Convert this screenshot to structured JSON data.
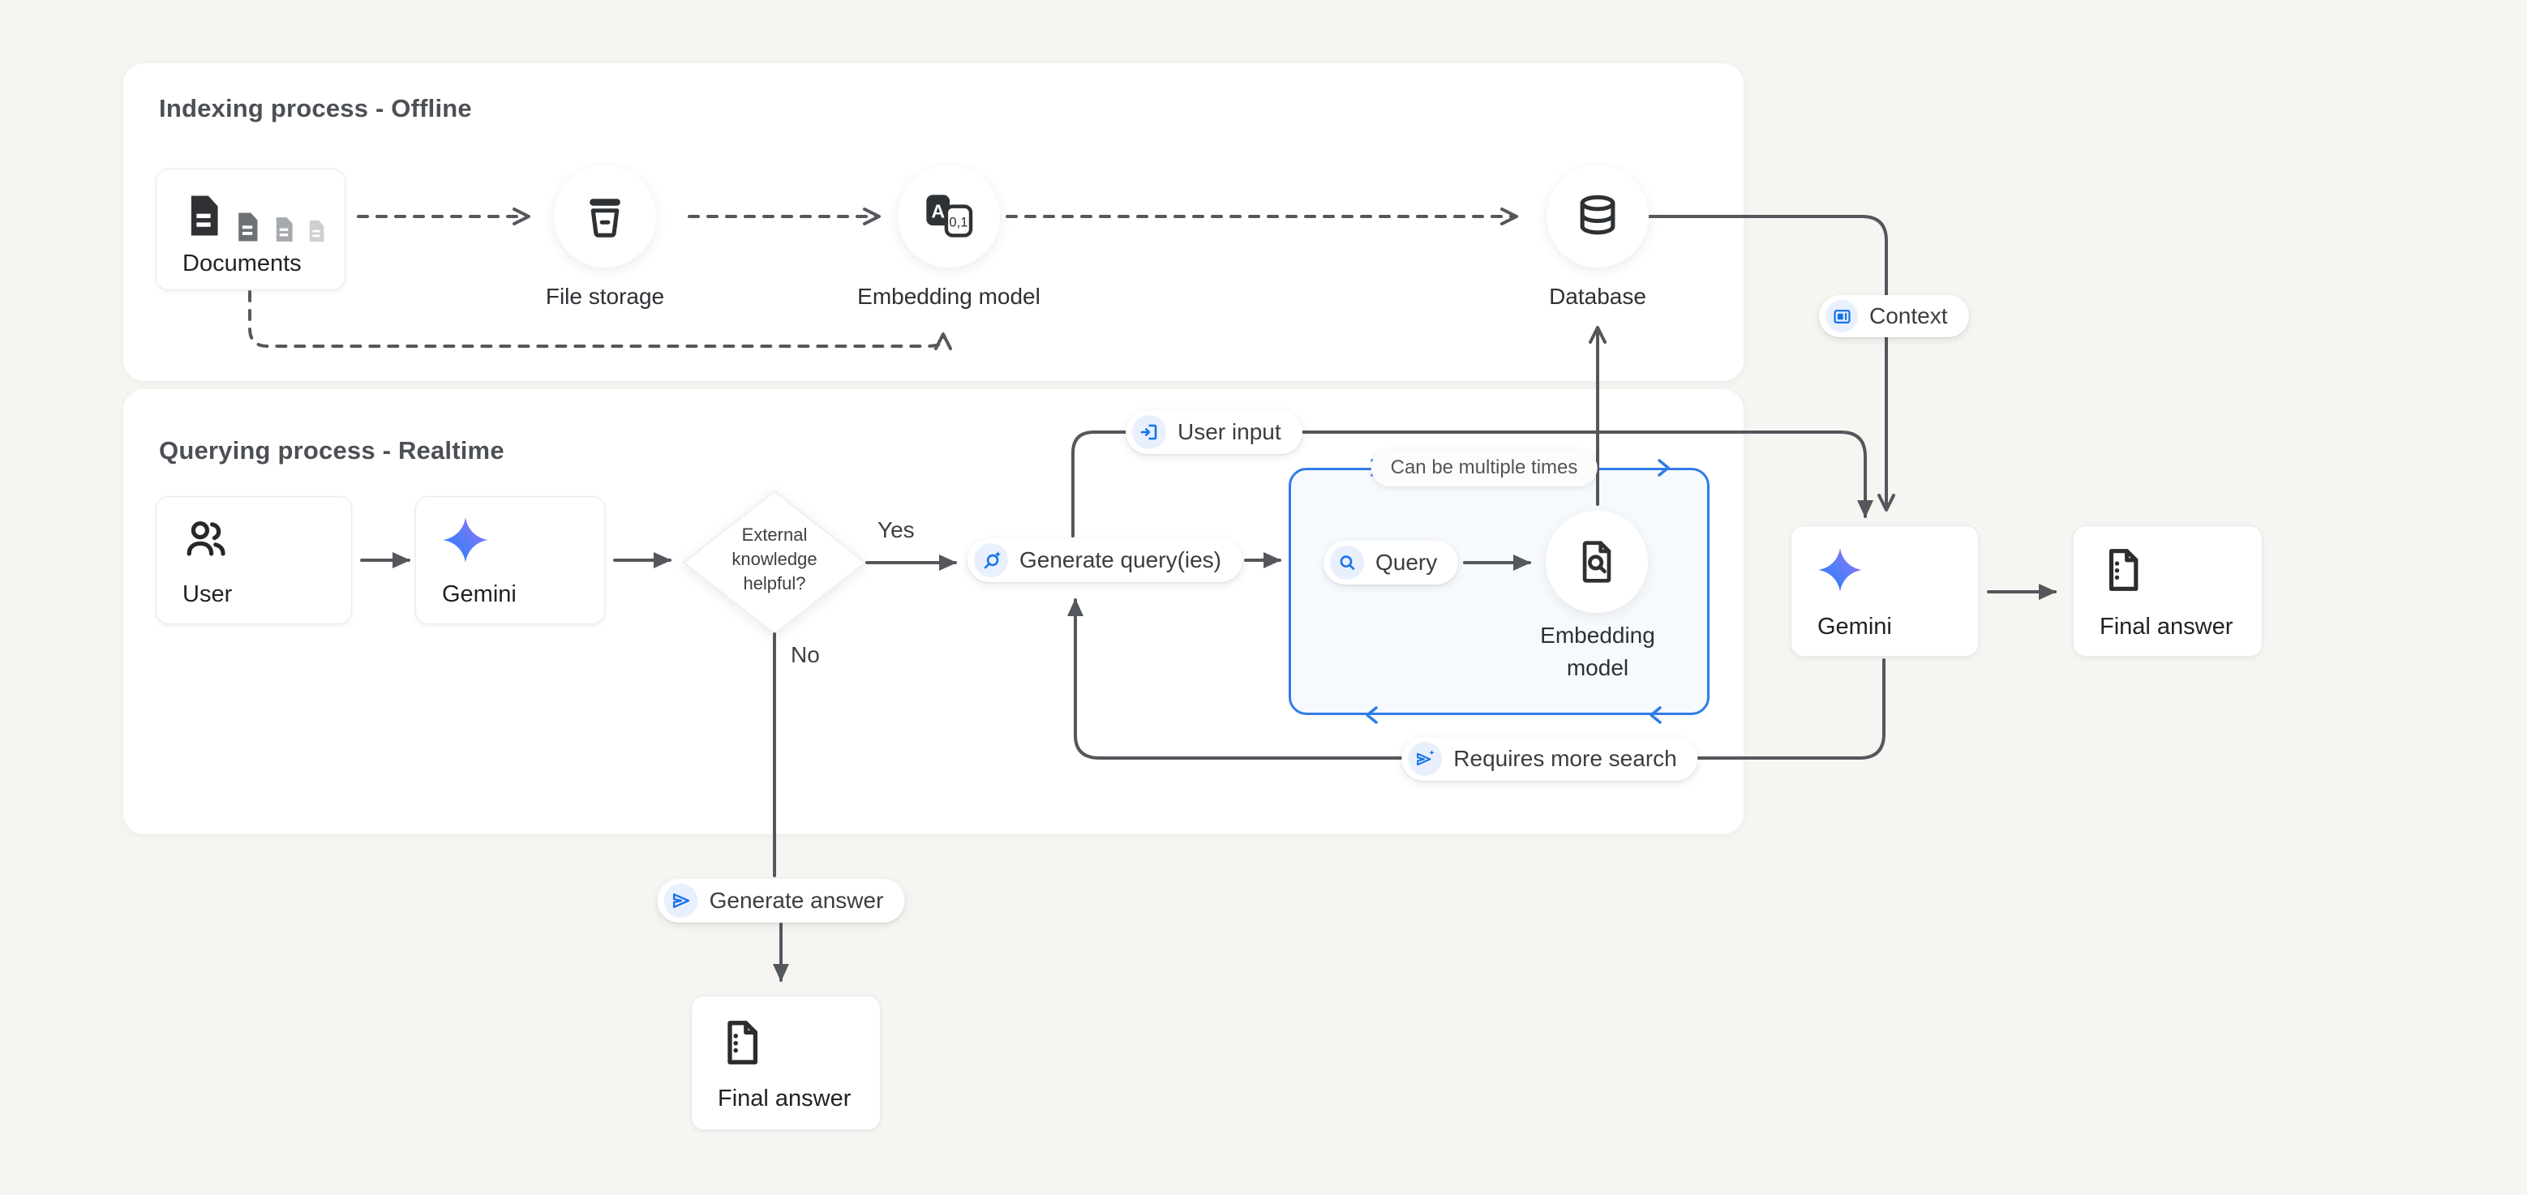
{
  "indexing": {
    "title": "Indexing process - Offline",
    "documents": {
      "label": "Documents"
    },
    "file_storage": {
      "label": "File storage"
    },
    "embedding_model": {
      "label": "Embedding model"
    },
    "embedding_icon": {
      "letter": "A",
      "numbers": "0,1"
    },
    "database": {
      "label": "Database"
    }
  },
  "querying": {
    "title": "Querying process - Realtime",
    "user": {
      "label": "User"
    },
    "gemini": {
      "label": "Gemini"
    },
    "decision": {
      "question": "External knowledge helpful?",
      "yes": "Yes",
      "no": "No"
    },
    "generate_query": {
      "label": "Generate query(ies)"
    },
    "user_input": {
      "label": "User input"
    },
    "loop": {
      "caption": "Can be multiple times",
      "query": "Query",
      "embedding_model": "Embedding model"
    },
    "context": {
      "label": "Context"
    },
    "requires_more_search": {
      "label": "Requires more search"
    },
    "generate_answer": {
      "label": "Generate answer"
    },
    "gemini_final": {
      "label": "Gemini"
    },
    "final_answer_right": {
      "label": "Final answer"
    },
    "final_answer_bottom": {
      "label": "Final answer"
    }
  },
  "colors": {
    "background": "#f6f5f2",
    "panel": "#ffffff",
    "connector_gray": "#54575b",
    "blue": "#1a73e8",
    "loop_border_blue": "#2f7ce8",
    "loop_fill": "#f7fafd",
    "icon_chip": "#e8f0fe"
  }
}
